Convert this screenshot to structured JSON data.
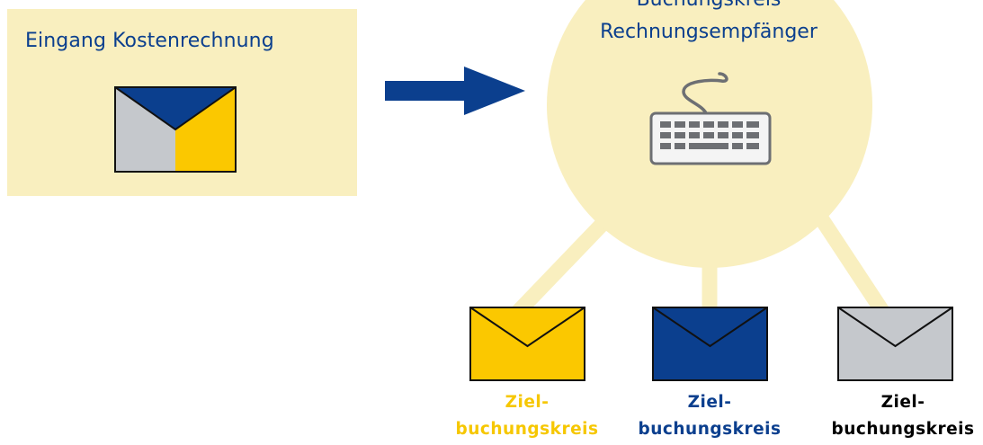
{
  "source": {
    "title": "Eingang Kostenrechnung"
  },
  "hub": {
    "line1": "Buchungskreis",
    "line2": "Rechnungsempfänger"
  },
  "targets": [
    {
      "line1": "Ziel-",
      "line2": "buchungskreis",
      "envelope_color": "#fbc800",
      "label_color": "#f6c700"
    },
    {
      "line1": "Ziel-",
      "line2": "buchungskreis",
      "envelope_color": "#0b3f8e",
      "label_color": "#0b3f8e"
    },
    {
      "line1": "Ziel-",
      "line2": "buchungskreis",
      "envelope_color": "#c5c8cc",
      "label_color": "#000000"
    }
  ],
  "colors": {
    "highlight_fill": "#f9efbf",
    "brand_blue": "#0b3f8e",
    "brand_yellow": "#fbc800",
    "grey": "#c5c8cc"
  },
  "icons": {
    "arrow": "arrow-right-icon",
    "keyboard": "keyboard-icon",
    "envelope": "envelope-icon"
  }
}
